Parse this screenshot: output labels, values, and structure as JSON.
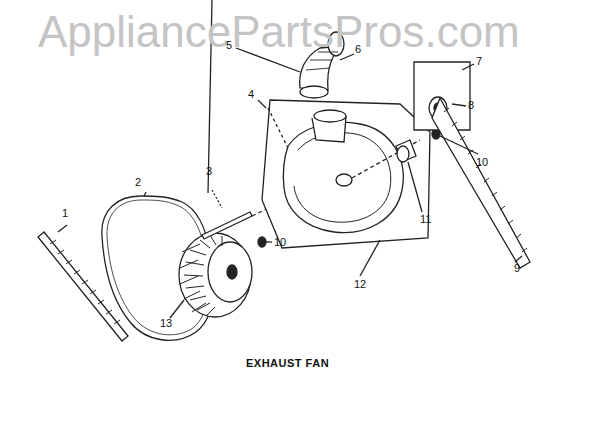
{
  "diagram": {
    "caption": "EXHAUST FAN",
    "labels": [
      "AppliancePartsPros.com",
      "5",
      "6",
      "7",
      "8",
      "4",
      "3",
      "2",
      "1",
      "10",
      "10",
      "11",
      "9",
      "12",
      "13"
    ]
  }
}
